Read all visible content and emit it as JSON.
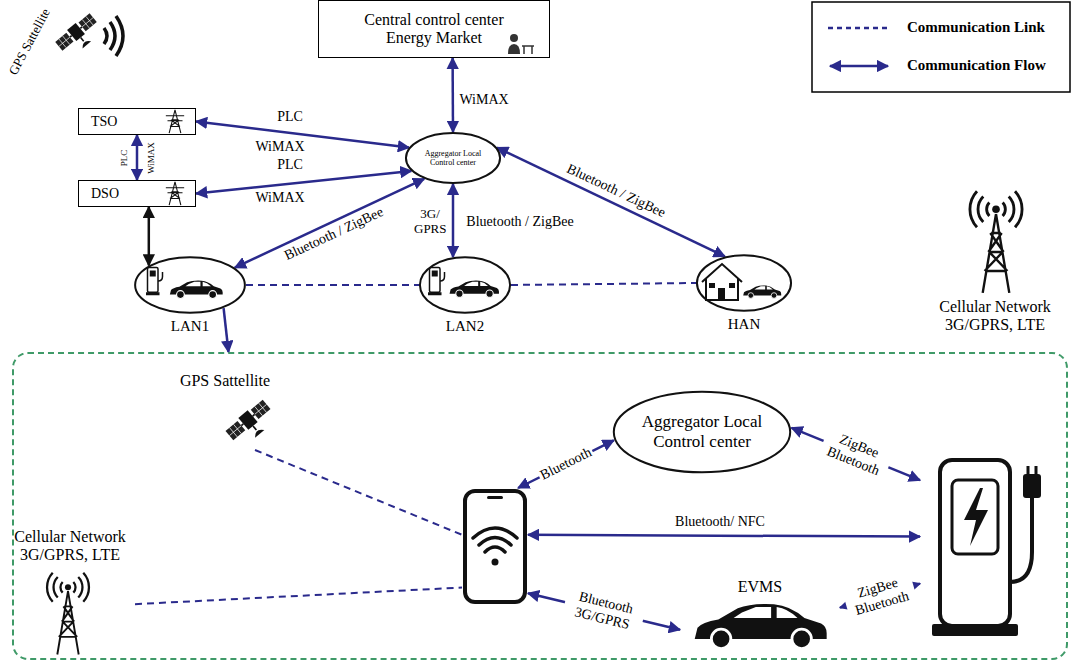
{
  "diagram": {
    "nodes": [
      {
        "text": [
          "Central control center",
          "Energy Market"
        ]
      },
      {
        "text": [
          "TSO"
        ]
      },
      {
        "text": [
          "DSO"
        ]
      },
      {
        "text": [
          "Aggregator Local Control center"
        ]
      },
      {
        "text": [
          "LAN1"
        ]
      },
      {
        "text": [
          "LAN2"
        ]
      },
      {
        "text": [
          "HAN"
        ]
      },
      {
        "text": []
      },
      {
        "text": [
          "GPS Sattellite"
        ],
        "in": 7
      },
      {
        "text": [
          "Aggregator Local Control center"
        ],
        "in": 7
      },
      {
        "text": [
          "Cellular Network 3G/GPRS, LTE"
        ],
        "in": 7
      },
      {
        "text": [],
        "in": 7
      },
      {
        "text": [],
        "in": 7
      },
      {
        "text": [
          "EVMS"
        ],
        "in": 7
      }
    ],
    "edges": [
      {
        "from": 1,
        "to": 3,
        "label": "PLC",
        "arrow": "both"
      },
      {
        "from": 2,
        "to": 3,
        "label": "PLC",
        "arrow": "both"
      },
      {
        "from": 1,
        "to": 2,
        "label": "PLC",
        "arrow": "both"
      },
      {
        "from": 2,
        "to": 4,
        "arrow": "both"
      },
      {
        "from": 0,
        "to": 3,
        "label": "WiMAX",
        "arrow": "both"
      },
      {
        "from": 3,
        "to": 4,
        "label": "Bluetooth / ZigBee",
        "arrow": "both"
      },
      {
        "from": 3,
        "to": 5,
        "label": "Bluetooth / ZigBee",
        "arrow": "both"
      },
      {
        "from": 3,
        "to": 6,
        "label": "Bluetooth / ZigBee",
        "arrow": "both"
      },
      {
        "from": 4,
        "to": 5,
        "arrow": "none"
      },
      {
        "from": 5,
        "to": 6,
        "arrow": "none"
      },
      {
        "from": 4,
        "to": 7,
        "arrow": "to"
      },
      {
        "from": 8,
        "to": 11,
        "arrow": "none"
      },
      {
        "from": 10,
        "to": 11,
        "arrow": "none"
      },
      {
        "from": 11,
        "to": 9,
        "label": "Bluetooth",
        "arrow": "both"
      },
      {
        "from": 9,
        "to": 12,
        "label": "ZigBee Bluetooth",
        "arrow": "both"
      },
      {
        "from": 11,
        "to": 12,
        "label": "Bluetooth/ NFC",
        "arrow": "both"
      },
      {
        "from": 11,
        "to": 13,
        "label": "Bluetooth 3G/GPRS",
        "arrow": "both"
      },
      {
        "from": 13,
        "to": 12,
        "label": "ZigBee Bluetooth",
        "arrow": "both"
      }
    ],
    "labels": [
      "GPS Sattellite",
      "Cellular Network 3G/GPRS, LTE",
      "WiMAX",
      "WiMAX",
      "WiMAX",
      "3G/ GPRS"
    ],
    "legend": [
      {
        "text": "Communication Link"
      },
      {
        "text": "Communication Flow"
      }
    ]
  }
}
